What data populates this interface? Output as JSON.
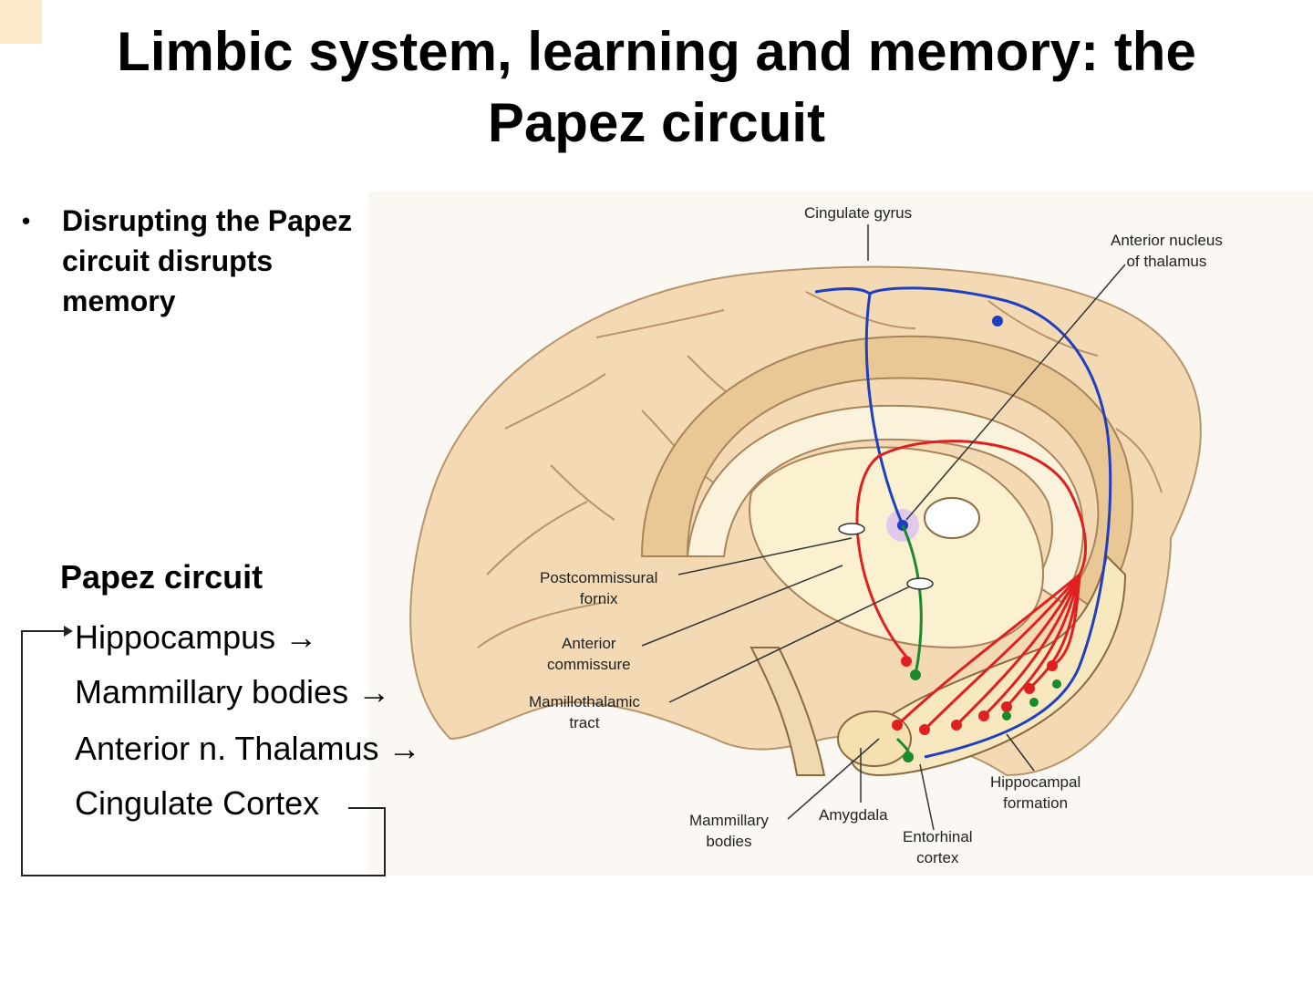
{
  "title_line1": "Limbic system, learning and memory: the",
  "title_line2": "Papez circuit",
  "bullet": {
    "marker": "•",
    "text": "Disrupting the Papez circuit disrupts memory"
  },
  "circuit": {
    "heading": "Papez circuit",
    "steps": [
      "Hippocampus",
      "Mammillary bodies",
      "Anterior n. Thalamus",
      "Cingulate Cortex"
    ],
    "arrow": "→"
  },
  "figure": {
    "labels": {
      "cingulate_gyrus": "Cingulate gyrus",
      "anterior_nucleus_1": "Anterior nucleus",
      "anterior_nucleus_2": "of thalamus",
      "postcommissural_1": "Postcommissural",
      "postcommissural_2": "fornix",
      "anterior_commissure_1": "Anterior",
      "anterior_commissure_2": "commissure",
      "mamillothalamic_1": "Mamillothalamic",
      "mamillothalamic_2": "tract",
      "mammillary_1": "Mammillary",
      "mammillary_2": "bodies",
      "amygdala": "Amygdala",
      "entorhinal_1": "Entorhinal",
      "entorhinal_2": "cortex",
      "hippocampal_1": "Hippocampal",
      "hippocampal_2": "formation"
    },
    "colors": {
      "brain_fill": "#f2dcb8",
      "brain_shade": "#e6c08c",
      "inner_fill": "#faf0d4",
      "pathway_blue": "#1e3fc0",
      "pathway_red": "#e02020",
      "pathway_green": "#1a8a2a",
      "thalamus_highlight": "#c9a8e8"
    }
  }
}
